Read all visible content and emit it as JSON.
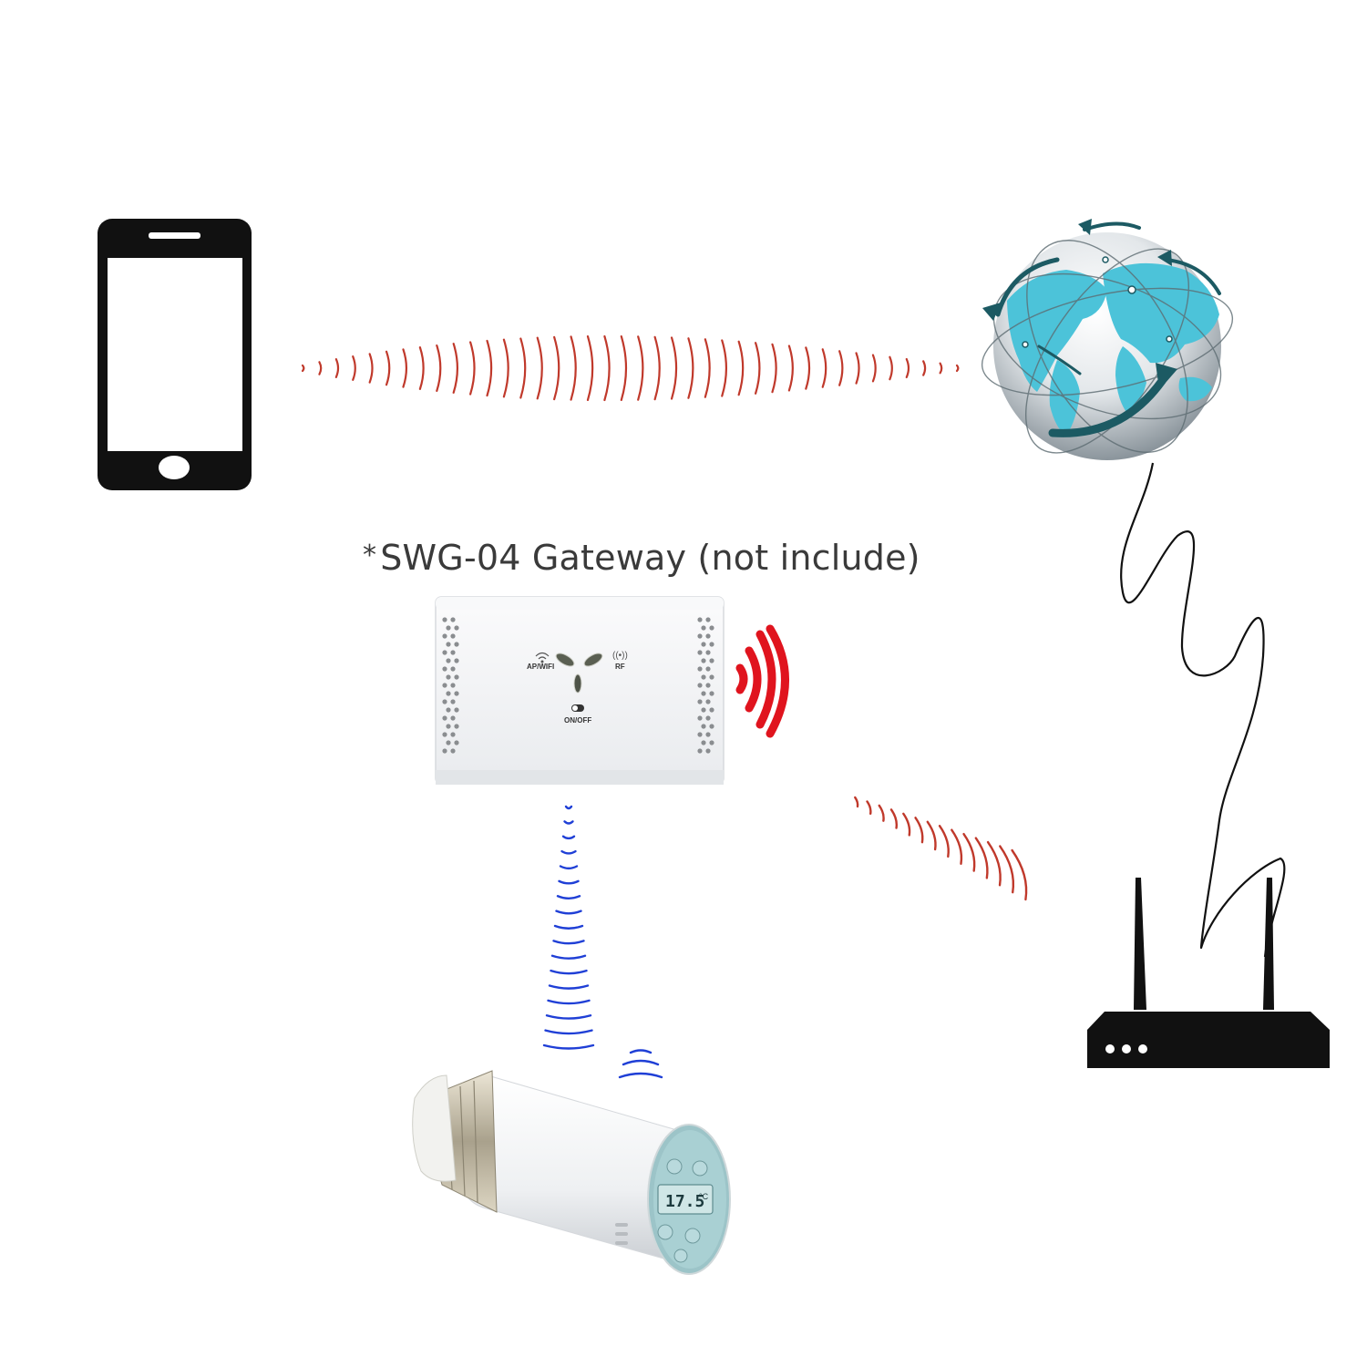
{
  "caption": {
    "asterisk": "*",
    "text": "SWG-04  Gateway (not include)"
  },
  "gateway": {
    "wifi_label": "AP/WIFI",
    "rf_label": "RF",
    "switch_label": "ON/OFF"
  },
  "valve": {
    "display_temp": "17.5",
    "display_unit": "°C"
  },
  "icons": [
    "smartphone-icon",
    "globe-icon",
    "router-icon",
    "gateway-device",
    "thermostat-valve"
  ],
  "colors": {
    "signal_red": "#c0392b",
    "signal_bright_red": "#e0141e",
    "signal_blue": "#1f3fd6",
    "globe_blue": "#4cc3d9",
    "globe_dark": "#1c5a63",
    "device_black": "#111111"
  }
}
